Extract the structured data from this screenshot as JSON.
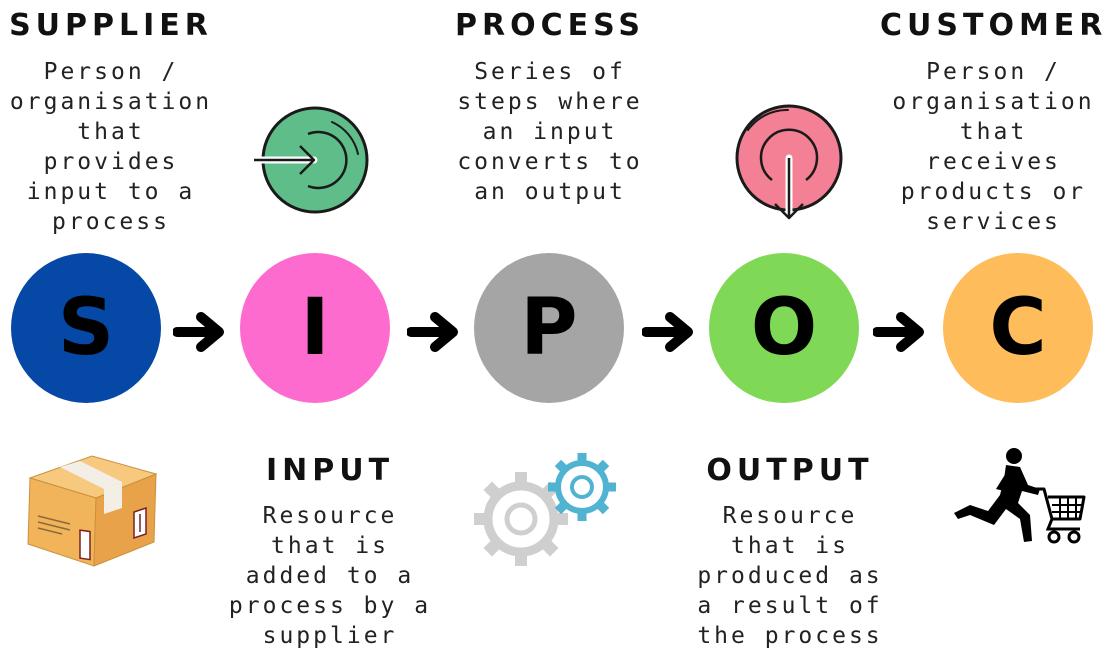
{
  "colors": {
    "supplier": "#0548a5",
    "input": "#fd6bcf",
    "process": "#a5a5a5",
    "output": "#7fd957",
    "customer": "#ffbc5b",
    "input_icon": "#5fbd8a",
    "output_icon": "#f48095",
    "gear_blue": "#4fb3d1",
    "gear_gray": "#cfcfcf"
  },
  "columns": [
    {
      "key": "supplier",
      "heading": "SUPPLIER",
      "letter": "S",
      "lines": [
        "Person /",
        "organisation",
        "that",
        "provides",
        "input to a",
        "process"
      ]
    },
    {
      "key": "input",
      "heading": "INPUT",
      "letter": "I",
      "lines": [
        "Resource",
        "that is",
        "added to a",
        "process by a",
        "supplier"
      ]
    },
    {
      "key": "process",
      "heading": "PROCESS",
      "letter": "P",
      "lines": [
        "Series of",
        "steps where",
        "an input",
        "converts to",
        "an output"
      ]
    },
    {
      "key": "output",
      "heading": "OUTPUT",
      "letter": "O",
      "lines": [
        "Resource",
        "that is",
        "produced as",
        "a result of",
        "the process"
      ]
    },
    {
      "key": "customer",
      "heading": "CUSTOMER",
      "letter": "C",
      "lines": [
        "Person /",
        "organisation",
        "that",
        "receives",
        "products or",
        "services"
      ]
    }
  ],
  "icons": {
    "input_icon": "enter-arrow-circle-icon",
    "output_icon": "down-arrow-circle-icon",
    "supplier_icon": "cardboard-box-icon",
    "process_icon": "gears-icon",
    "customer_icon": "person-with-shopping-cart-icon",
    "connector": "right-arrow-icon"
  }
}
